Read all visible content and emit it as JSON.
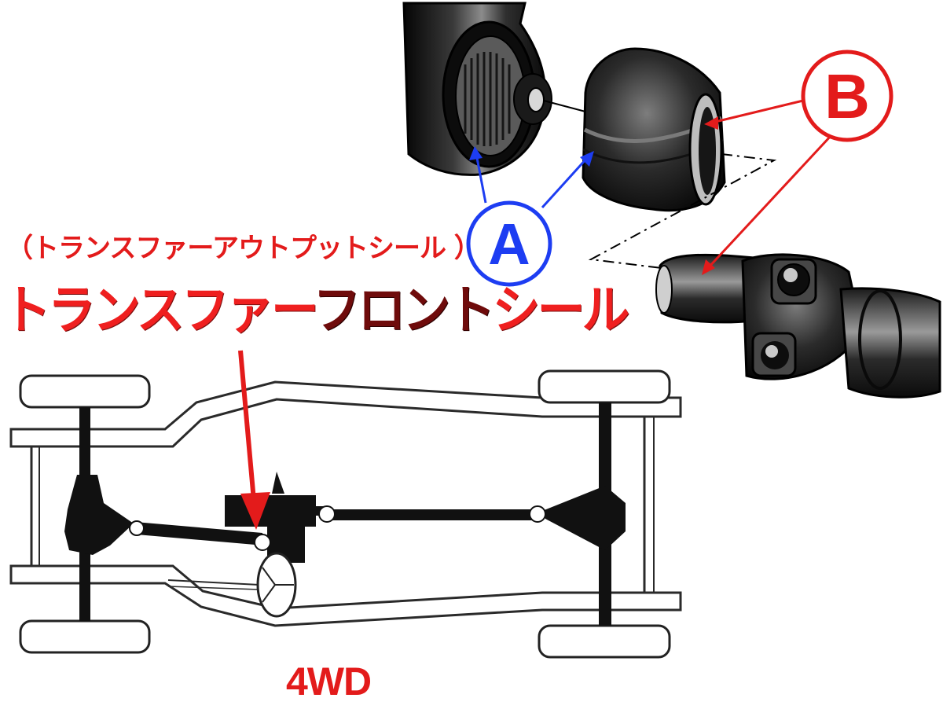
{
  "diagram": {
    "subtitle": "（トランスファーアウトプットシール ）",
    "headline": {
      "part1": "トランスファー",
      "part2": "フロント",
      "part3": "シール"
    },
    "drive_label": "4WD",
    "markers": [
      {
        "id": "A",
        "label": "A",
        "color": "#1d3df2"
      },
      {
        "id": "B",
        "label": "B",
        "color": "#e31b1b"
      }
    ],
    "colors": {
      "red": "#e31b1b",
      "blue": "#1d3df2",
      "dark": "#111111",
      "frame": "#2a2a2a",
      "dark_red": "#6f0b0b"
    },
    "icons": [
      "output-shaft-icon",
      "seal-cup-icon",
      "universal-joint-icon",
      "chassis-diagram-icon",
      "transfer-case-icon",
      "steering-wheel-icon"
    ]
  }
}
